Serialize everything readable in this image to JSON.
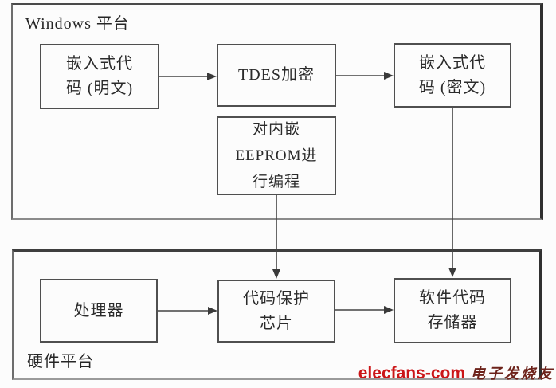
{
  "diagram": {
    "windows_platform": {
      "title": "Windows 平台"
    },
    "hardware_platform": {
      "title": "硬件平台"
    },
    "boxes": {
      "plain_code": {
        "label": "嵌入式代\n码 (明文)"
      },
      "tdes": {
        "label": "TDES加密"
      },
      "cipher_code": {
        "label": "嵌入式代\n码 (密文)"
      },
      "eeprom_program": {
        "label": "对内嵌\nEEPROM进\n行编程"
      },
      "processor": {
        "label": "处理器"
      },
      "protection_chip": {
        "label": "代码保护\n芯片"
      },
      "code_memory": {
        "label": "软件代码\n存储器"
      }
    },
    "connectors": [
      "plain_code -> tdes",
      "tdes -> cipher_code",
      "cipher_code -> code_memory",
      "eeprom_program -> protection_chip",
      "processor -> protection_chip",
      "protection_chip -> code_memory"
    ],
    "line_color": "#434343",
    "border_color": "#4f4f4f"
  },
  "watermark": {
    "brand": "elecfans",
    "separator": "-",
    "domain": "com",
    "slogan": "电子发烧友",
    "brand_color": "#cb1517",
    "slogan_color": "#6d231b"
  }
}
